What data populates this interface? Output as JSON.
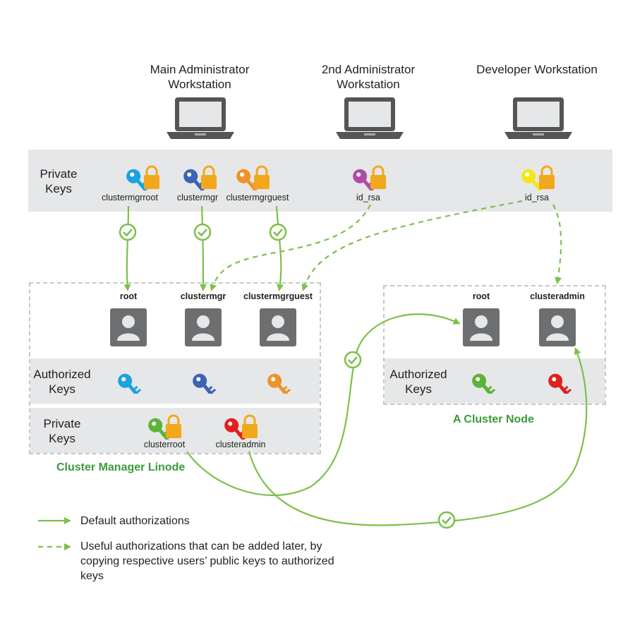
{
  "workstations": {
    "main": "Main Administrator Workstation",
    "second": "2nd Administrator Workstation",
    "developer": "Developer Workstation"
  },
  "private_keys_band": {
    "label": "Private Keys",
    "keys": [
      {
        "name": "clustermgrroot",
        "color": "#1aa3e0"
      },
      {
        "name": "clustermgr",
        "color": "#3a64b5"
      },
      {
        "name": "clustermgrguest",
        "color": "#f0922a"
      },
      {
        "name": "id_rsa",
        "color": "#b04aa8"
      },
      {
        "name": "id_rsa",
        "color": "#f2e61a"
      }
    ]
  },
  "manager": {
    "title": "Cluster Manager Linode",
    "users": [
      "root",
      "clustermgr",
      "clustermgrguest"
    ],
    "authorized_label": "Authorized Keys",
    "authorized_colors": [
      "#1aa3e0",
      "#3a64b5",
      "#f0922a"
    ],
    "private_label": "Private Keys",
    "private_keys": [
      {
        "name": "clusterroot",
        "color": "#5cb23a"
      },
      {
        "name": "clusteradmin",
        "color": "#e02020"
      }
    ]
  },
  "node": {
    "title": "A Cluster Node",
    "users": [
      "root",
      "clusteradmin"
    ],
    "authorized_label": "Authorized Keys",
    "authorized_colors": [
      "#5cb23a",
      "#e02020"
    ]
  },
  "legend": {
    "default": "Default authorizations",
    "useful": "Useful authorizations that can be added later, by copying respective users’ public keys to authorized keys"
  },
  "colors": {
    "arrow_green": "#7cc04a",
    "lock": "#f2a81d",
    "laptop": "#555555"
  }
}
